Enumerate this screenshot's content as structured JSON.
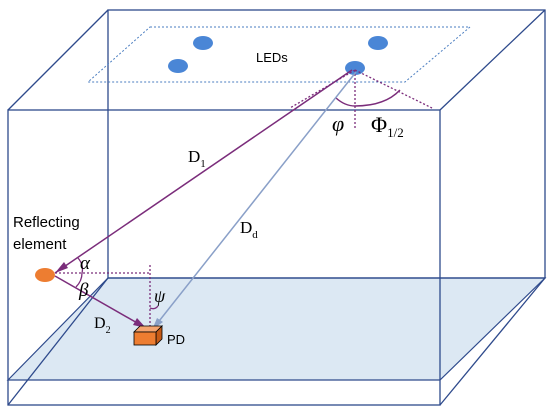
{
  "labels": {
    "leds": "LEDs",
    "reflecting_line1": "Reflecting",
    "reflecting_line2": "element",
    "pd": "PD",
    "d1_base": "D",
    "d1_sub": "1",
    "d2_base": "D",
    "d2_sub": "2",
    "dd_base": "D",
    "dd_sub": "d",
    "alpha": "α",
    "beta": "β",
    "psi": "ψ",
    "phi": "φ",
    "half_power_base": "Φ",
    "half_power_sub": "1/2"
  },
  "colors": {
    "room_edges": "#2e4a8c",
    "floor_fill": "#dce8f3",
    "led_fill": "#4a86d6",
    "reflector_fill": "#ed7d31",
    "pd_fill": "#ed7d31",
    "path_purple": "#7b2d7b",
    "direct_path": "#8aa0c8",
    "ceiling_dotted": "#4a7dc0"
  }
}
